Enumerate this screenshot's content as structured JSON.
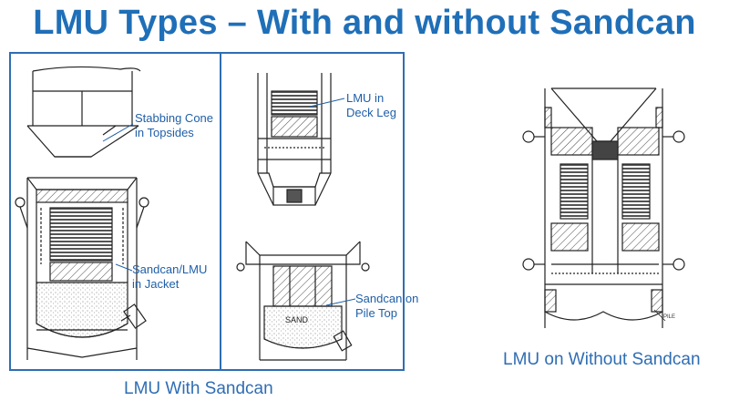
{
  "title": "LMU Types – With and without Sandcan",
  "captions": {
    "with_sandcan": "LMU With Sandcan",
    "without_sandcan": "LMU on Without Sandcan"
  },
  "labels": {
    "stabbing_cone": [
      "Stabbing Cone",
      "in Topsides"
    ],
    "lmu_deck_leg": [
      "LMU in",
      "Deck Leg"
    ],
    "sandcan_jacket": [
      "Sandcan/LMU",
      "in Jacket"
    ],
    "sandcan_pile": [
      "Sandcan on",
      "Pile Top"
    ]
  },
  "drawing_text": {
    "sand": "SAND",
    "pile": "PILE"
  },
  "colors": {
    "title": "#1f6fb8",
    "frame": "#2f6db3",
    "label": "#1f5fa8",
    "line": "#222222"
  }
}
